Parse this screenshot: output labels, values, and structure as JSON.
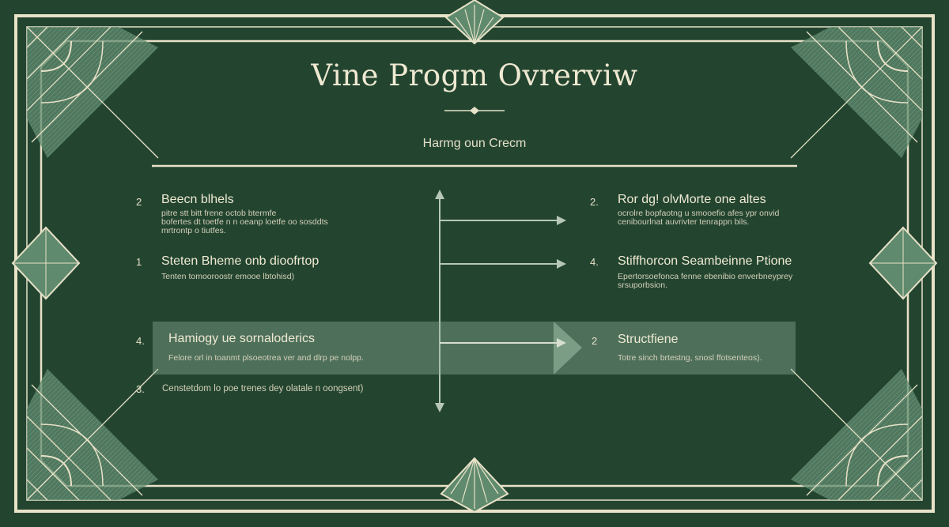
{
  "colors": {
    "background": "#234530",
    "line_cream": "#e8e2c8",
    "ornament_sage": "#5f8a6d",
    "highlight": "#94b89e"
  },
  "header": {
    "title": "Vine Progm Ovrerviw",
    "subtitle": "Harmg oun Crecm"
  },
  "left_items": [
    {
      "number": "2",
      "heading": "Beecn blhels",
      "description": "pitre stt bitt frene octob btermfe\nbofertes dt toetfe n n oeanp loetfe oo sosddts\nmrtrontp o tiutfes."
    },
    {
      "number": "1",
      "heading": "Steten Bheme onb dioofrtop",
      "description": "Tenten tomooroostr emooe lbtohisd)"
    },
    {
      "number": "4.",
      "heading": "Hamiogy ue sornaloderics",
      "description": "Felore orl in toanmt plsoeotrea ver and dlrp pe nolpp."
    },
    {
      "number": "3.",
      "heading": "",
      "description": "Censtetdom lo poe trenes dey olatale n oongsent)"
    }
  ],
  "right_items": [
    {
      "number": "2.",
      "heading": "Ror dg! olvMorte one altes",
      "description": "ocrolre bopfaotng u smooefio afes ypr onvid\ncenibourlnat auvrivter tenrappn bils."
    },
    {
      "number": "4.",
      "heading": "Stiffhorcon Seambeinne Ptione",
      "description": "Epertorsoefonca fenne ebenibio enverbneyprey\nsrsuporbsion."
    },
    {
      "number": "2",
      "heading": "Structfiene",
      "description": "Totre sinch brtestng, snosl ffotsenteos)."
    }
  ]
}
